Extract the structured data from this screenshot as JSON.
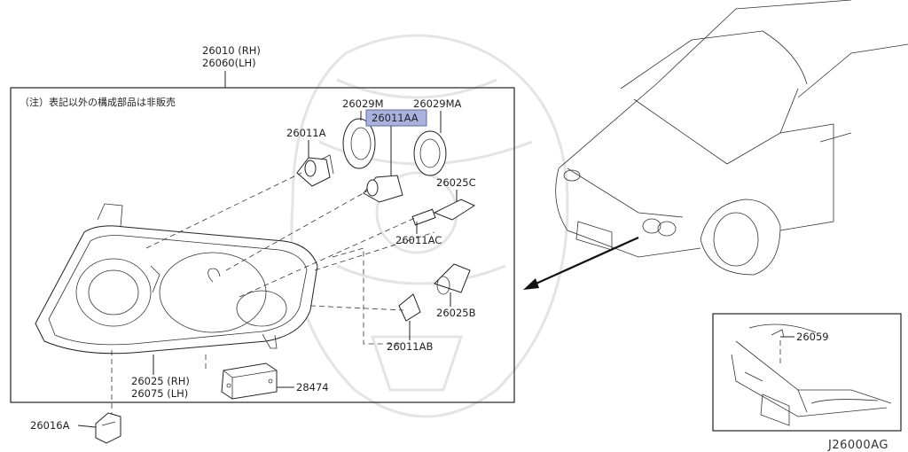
{
  "note": "（注）表記以外の構成部品は非販売",
  "diagram_code": "J26000AG",
  "labels": {
    "assy_rh": "26010 (RH)",
    "assy_lh": "26060(LH)",
    "p26029m": "26029M",
    "p26029ma": "26029MA",
    "p26011aa": "26011AA",
    "p26011a": "26011A",
    "p26025c": "26025C",
    "p26011ac": "26011AC",
    "p26025b": "26025B",
    "p26011ab": "26011AB",
    "p26025_rh": "26025 (RH)",
    "p26075_lh": "26075 (LH)",
    "p28474": "28474",
    "p26016a": "26016A",
    "p26059": "26059"
  },
  "colors": {
    "highlight_fill": "#a9b2dc",
    "highlight_border": "#5d6aa8",
    "line": "#222222",
    "watermark": "#e4e4e4"
  }
}
